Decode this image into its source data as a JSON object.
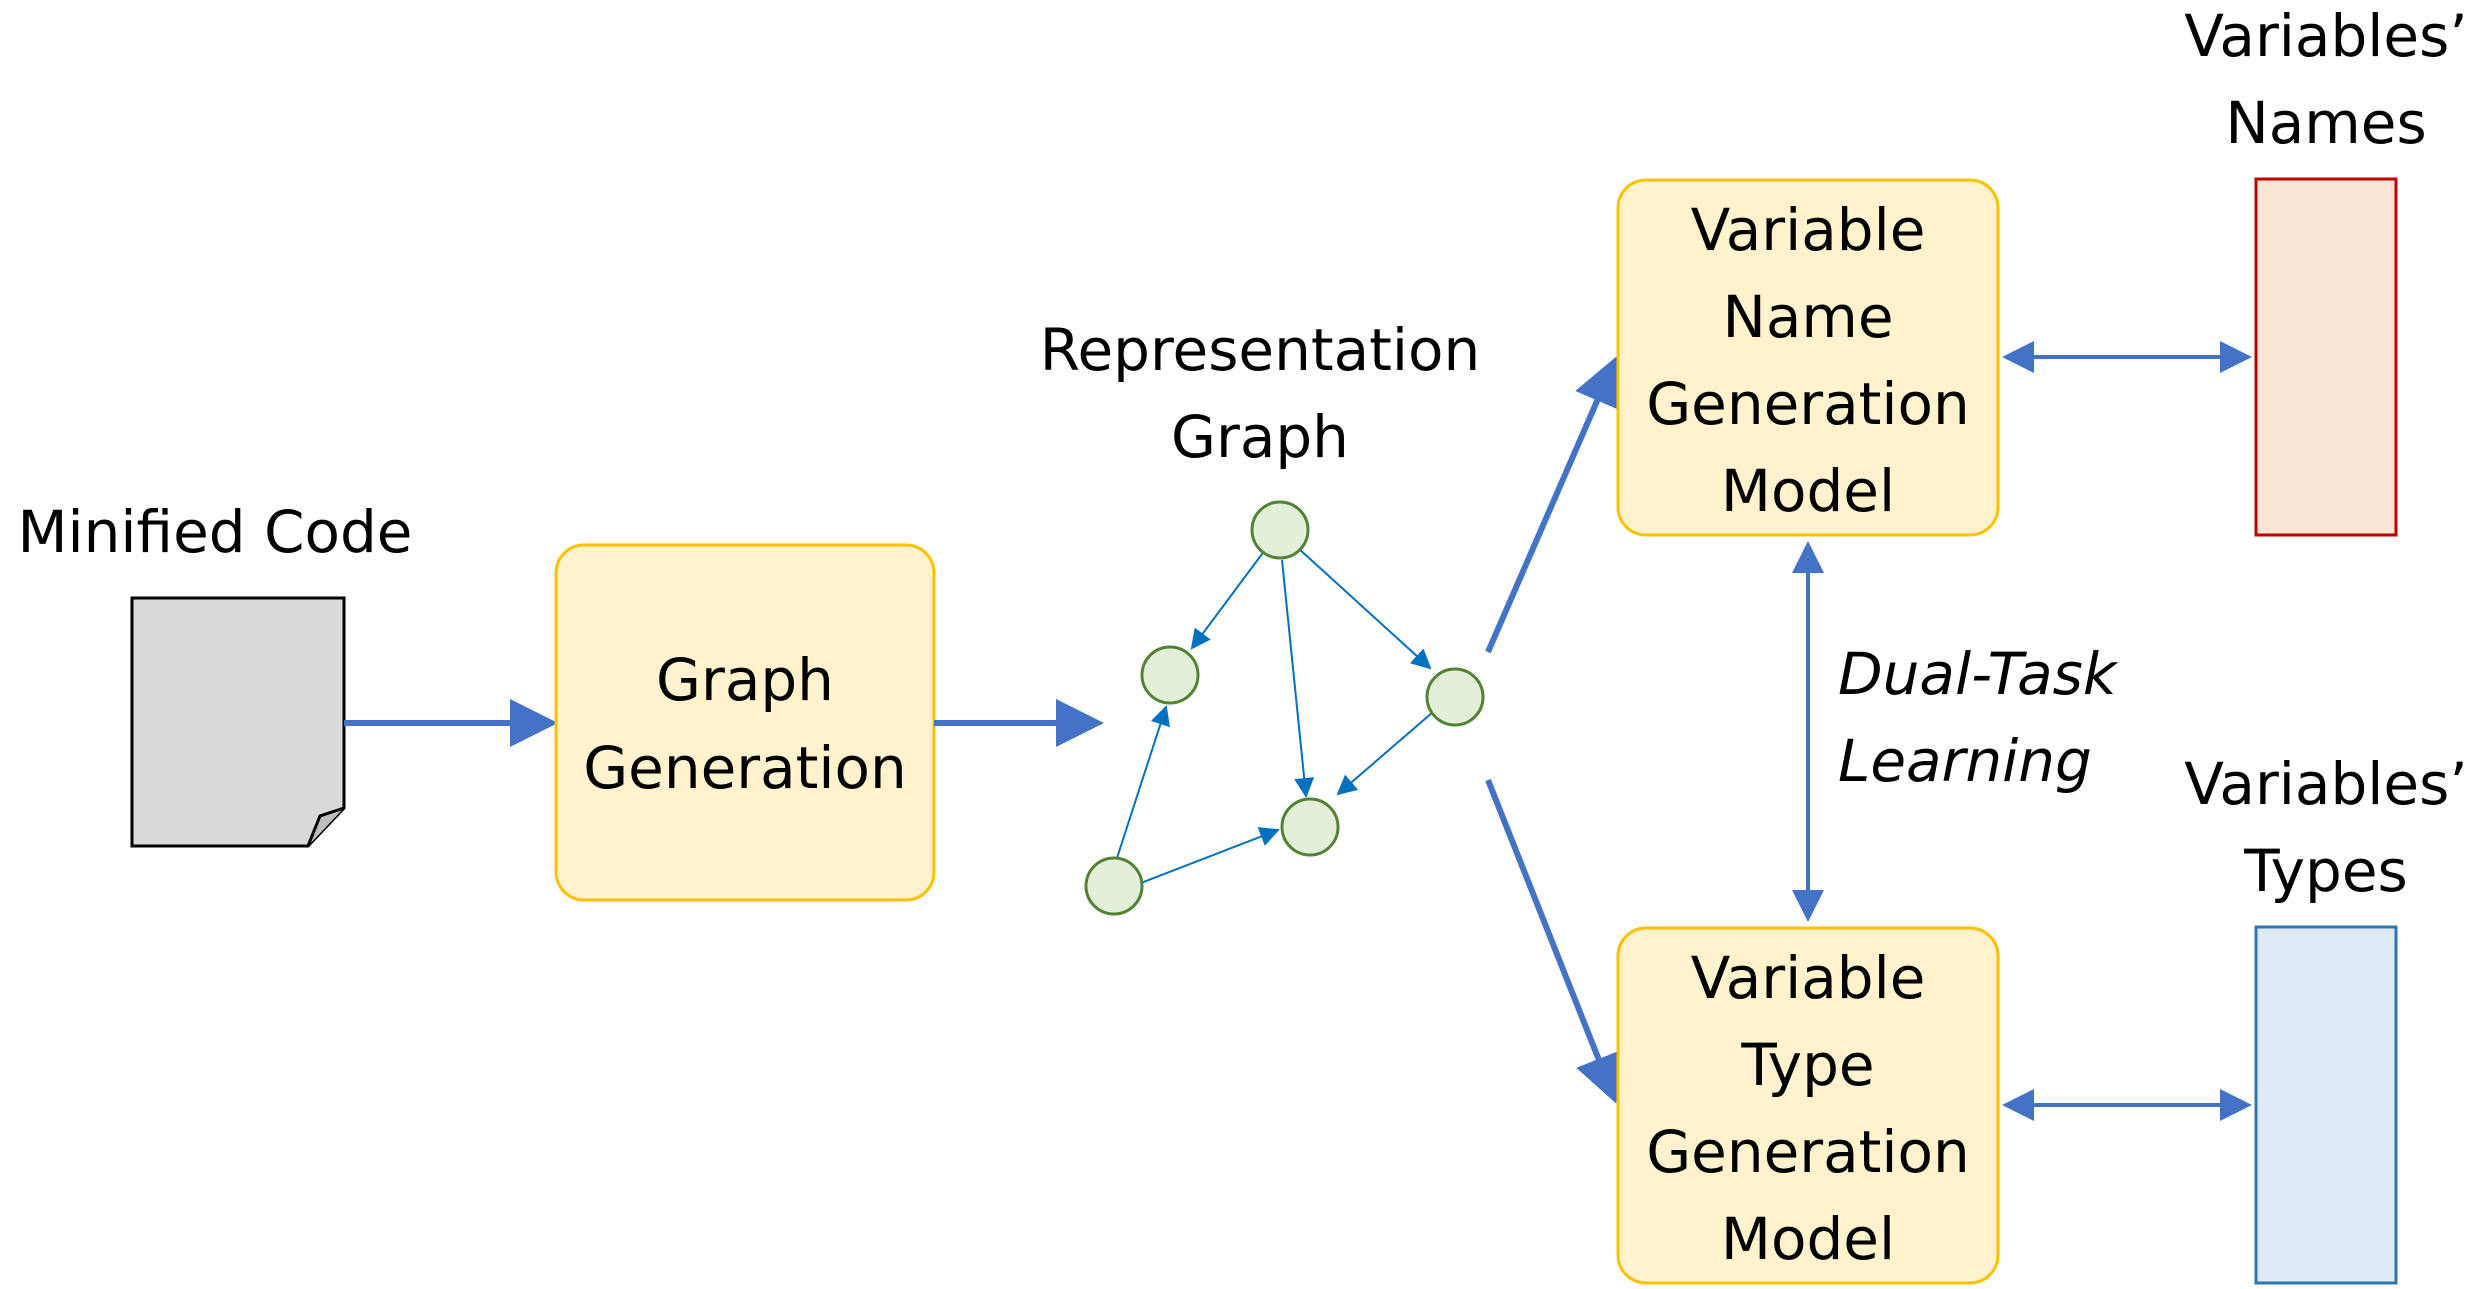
{
  "labels": {
    "minified_code": "Minified Code",
    "graph_generation": [
      "Graph",
      "Generation"
    ],
    "representation_graph": [
      "Representation",
      "Graph"
    ],
    "name_model": [
      "Variable",
      "Name",
      "Generation",
      "Model"
    ],
    "type_model": [
      "Variable",
      "Type",
      "Generation",
      "Model"
    ],
    "dual_task": [
      "Dual-Task",
      "Learning"
    ],
    "variables_names": [
      "Variables’",
      "Names"
    ],
    "variables_types": [
      "Variables’",
      "Types"
    ]
  },
  "colors": {
    "arrow": "#4472C4",
    "box_fill": "#FFF2CC",
    "box_stroke": "#FFC000",
    "node_fill": "#E2F0D9",
    "node_stroke": "#548235",
    "graph_edge": "#0070C0",
    "doc_fill": "#D9D9D9",
    "names_fill": "#FBE5D6",
    "names_stroke": "#C00000",
    "types_fill": "#DEEBF7",
    "types_stroke": "#2E75B6"
  }
}
